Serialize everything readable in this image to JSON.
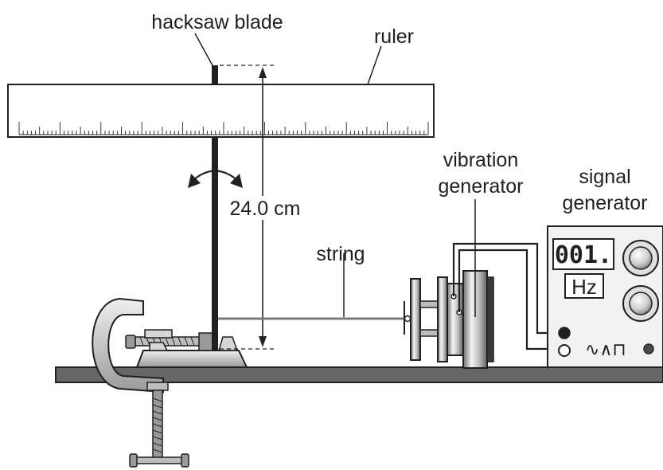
{
  "labels": {
    "hacksaw_blade": "hacksaw blade",
    "ruler": "ruler",
    "vibration_line1": "vibration",
    "vibration_line2": "generator",
    "signal_line1": "signal",
    "signal_line2": "generator",
    "string": "string",
    "length": "24.0 cm"
  },
  "signal_generator": {
    "display_value": "001.",
    "unit": "Hz",
    "waveform_symbols": "∿∧⊓"
  },
  "colors": {
    "ink": "#231f20",
    "metal_light": "#e6e6e6",
    "metal_mid": "#bdbdbd",
    "metal_dark": "#7a7a7a",
    "bench": "#666666",
    "panel": "#f2f2f2"
  }
}
